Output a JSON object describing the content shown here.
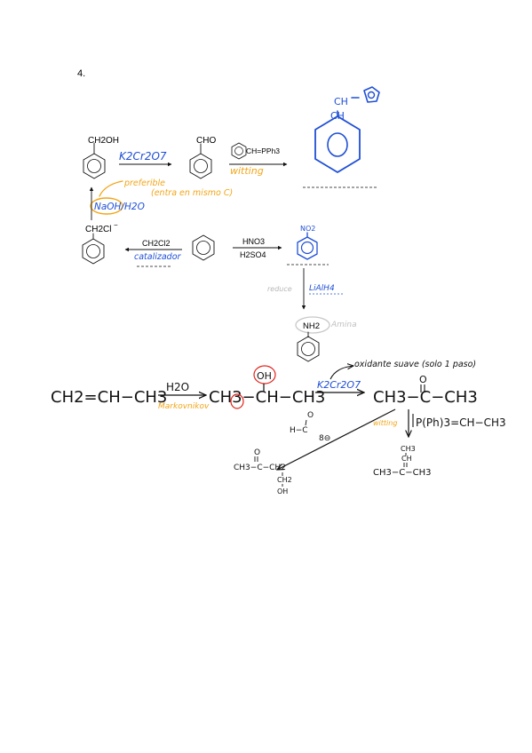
{
  "problem_number": "4.",
  "scheme1": {
    "benzyl_alcohol": "CH2OH",
    "benzaldehyde": "CHO",
    "ylide_reagent": "CH=PPh3",
    "oxidant": "K2Cr2O7",
    "witting_label": "witting",
    "product_vinyl": "CH",
    "product_vinyl2": "CH",
    "note_preferible": "preferible",
    "note_same_c": "(entra en mismo C)",
    "hydrolysis_reagent": "NaOH/H2O",
    "benzyl_chloride": "CH2Cl",
    "chloride_charge": "−",
    "dcm": "CH2Cl2",
    "catalyst": "catalizador",
    "nitration_acid1": "HNO3",
    "nitration_acid2": "H2SO4",
    "nitro_group": "NO2",
    "reduce_label": "reduce",
    "reducing_agent": "LiAlH4",
    "amine_group": "NH2",
    "amine_label": "Amina"
  },
  "scheme2": {
    "propene": "CH2=CH−CH3",
    "water_reagent": "H2O",
    "markovnikov": "Markovnikov",
    "oh_group": "OH",
    "alcohol_product": "CH3−CH−CH3",
    "oxidant": "K2Cr2O7",
    "oxidant_note": "oxidante suave (solo 1 paso)",
    "carbonyl_o": "O",
    "ketone": "CH3−C−CH3",
    "formaldehyde": "H−C",
    "formaldehyde_o": "O",
    "hydroxide": "8⊖",
    "witting_label": "witting",
    "ylide": "P(Ph)3=CH−CH3",
    "aldol_product_o": "O",
    "aldol_product": "CH3−C−CH2",
    "aldol_product_ch2": "CH2",
    "aldol_product_oh": "OH",
    "alkene_ch3": "CH3",
    "alkene_ch": "CH",
    "alkene_main": "CH3−C−CH3"
  }
}
